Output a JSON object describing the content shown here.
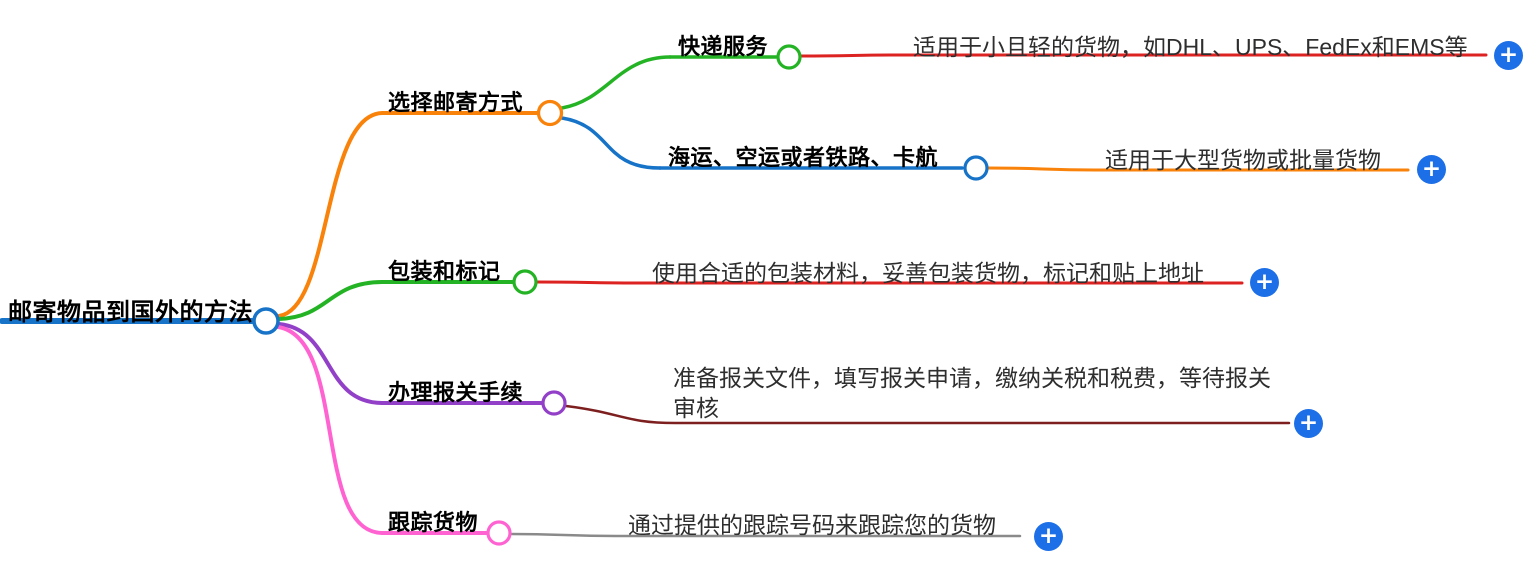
{
  "colors": {
    "root_blue": "#1673c8",
    "orange": "#f9820a",
    "green": "#24b324",
    "blue": "#1673c8",
    "purple": "#9240c8",
    "pink": "#ff63d1",
    "red": "#dd2222",
    "maroon": "#7d1f1f",
    "gray": "#8a8a8a",
    "plus_blue": "#1d6fe8",
    "title_text": "#000000",
    "desc_text": "#2e2e2e"
  },
  "icons": {
    "plus": "+"
  },
  "mindmap": {
    "root": {
      "label": "邮寄物品到国外的方法"
    },
    "branches": [
      {
        "label": "选择邮寄方式",
        "children": [
          {
            "label": "快递服务",
            "desc": "适用于小且轻的货物，如DHL、UPS、FedEx和EMS等"
          },
          {
            "label": "海运、空运或者铁路、卡航",
            "desc": "适用于大型货物或批量货物"
          }
        ]
      },
      {
        "label": "包装和标记",
        "desc": "使用合适的包装材料，妥善包装货物，标记和贴上地址"
      },
      {
        "label": "办理报关手续",
        "desc": "准备报关文件，填写报关申请，缴纳关税和税费，等待报关审核"
      },
      {
        "label": "跟踪货物",
        "desc": "通过提供的跟踪号码来跟踪您的货物"
      }
    ]
  }
}
